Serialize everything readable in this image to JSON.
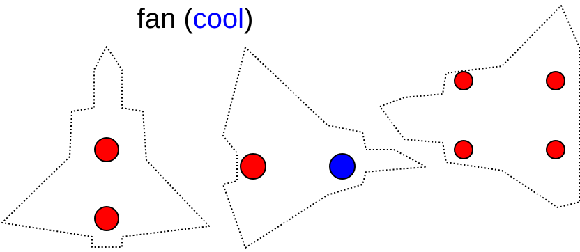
{
  "title": {
    "main": "fan",
    "paren_open": "(",
    "highlight": "cool",
    "paren_close": ")"
  },
  "colors": {
    "text": "#000000",
    "highlight": "#0000ff",
    "hot_dot": "#ff0000",
    "cool_dot": "#0000ff",
    "outline": "#000000"
  },
  "shapes": [
    {
      "name": "shape-left",
      "dots": [
        "red",
        "red"
      ]
    },
    {
      "name": "shape-middle",
      "dots": [
        "red",
        "blue"
      ]
    },
    {
      "name": "shape-right",
      "dots": [
        "red",
        "red",
        "red",
        "red"
      ]
    }
  ]
}
